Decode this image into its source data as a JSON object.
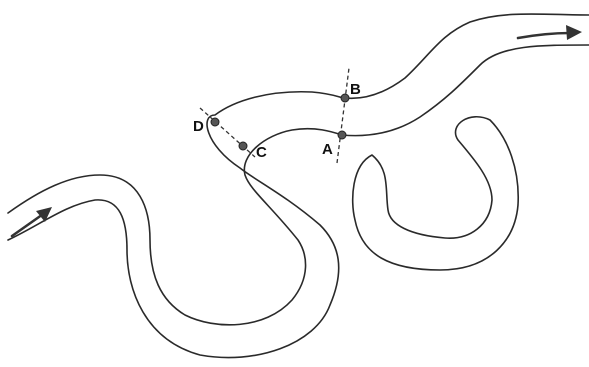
{
  "points": [
    {
      "id": "A",
      "label": "A"
    },
    {
      "id": "B",
      "label": "B"
    },
    {
      "id": "C",
      "label": "C"
    },
    {
      "id": "D",
      "label": "D"
    }
  ],
  "cross_sections": [
    {
      "id": "AB",
      "from": "A",
      "to": "B"
    },
    {
      "id": "CD",
      "from": "C",
      "to": "D"
    }
  ],
  "flow": {
    "inflow_arrow_icon": "arrow-right-up-icon",
    "outflow_arrow_icon": "arrow-right-icon"
  },
  "colors": {
    "bank": "#2a2a2a",
    "point_fill": "#555555",
    "background": "#ffffff"
  }
}
